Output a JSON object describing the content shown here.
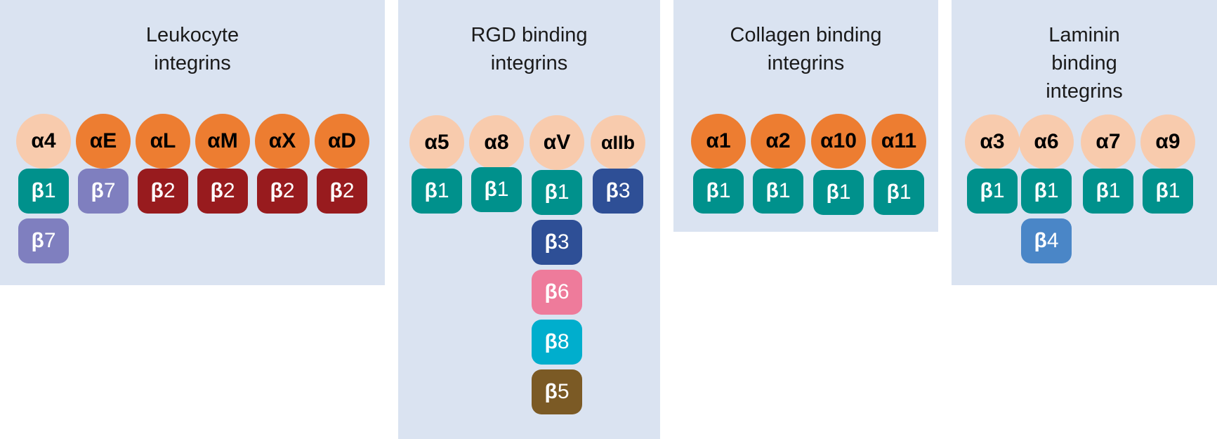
{
  "colors": {
    "panel_bg": "#dae3f1",
    "alpha_light": "#f8cbad",
    "alpha_orange": "#ed7d31",
    "beta1_teal": "#00918c",
    "beta7_lavender": "#7f7fbf",
    "beta2_darkred": "#981b1e",
    "beta3_navy": "#2e4f96",
    "beta6_pink": "#ee7b9b",
    "beta8_cyan": "#00aecd",
    "beta5_olive": "#7b5a25",
    "beta4_blue": "#4a86c7"
  },
  "panels": [
    {
      "title": "Leukocyte\nintegrins",
      "alphas": [
        {
          "label": "α4",
          "color": "#f8cbad"
        },
        {
          "label": "αE",
          "color": "#ed7d31"
        },
        {
          "label": "αL",
          "color": "#ed7d31"
        },
        {
          "label": "αM",
          "color": "#ed7d31"
        },
        {
          "label": "αX",
          "color": "#ed7d31"
        },
        {
          "label": "αD",
          "color": "#ed7d31"
        }
      ],
      "betas": [
        [
          {
            "glyph": "β",
            "num": "1",
            "color": "#00918c"
          },
          {
            "glyph": "β",
            "num": "7",
            "color": "#7f7fbf"
          }
        ],
        [
          {
            "glyph": "β",
            "num": "7",
            "color": "#7f7fbf"
          }
        ],
        [
          {
            "glyph": "β",
            "num": "2",
            "color": "#981b1e"
          }
        ],
        [
          {
            "glyph": "β",
            "num": "2",
            "color": "#981b1e"
          }
        ],
        [
          {
            "glyph": "β",
            "num": "2",
            "color": "#981b1e"
          }
        ],
        [
          {
            "glyph": "β",
            "num": "2",
            "color": "#981b1e"
          }
        ]
      ]
    },
    {
      "title": "RGD binding\nintegrins",
      "alphas": [
        {
          "label": "α5",
          "color": "#f8cbad"
        },
        {
          "label": "α8",
          "color": "#f8cbad"
        },
        {
          "label": "αV",
          "color": "#f8cbad"
        },
        {
          "label": "αIIb",
          "color": "#f8cbad"
        }
      ],
      "betas": [
        [
          {
            "glyph": "β",
            "num": "1",
            "color": "#00918c"
          }
        ],
        [
          {
            "glyph": "β",
            "num": "1",
            "color": "#00918c"
          }
        ],
        [
          {
            "glyph": "β",
            "num": "1",
            "color": "#00918c"
          },
          {
            "glyph": "β",
            "num": "3",
            "color": "#2e4f96"
          },
          {
            "glyph": "β",
            "num": "6",
            "color": "#ee7b9b"
          },
          {
            "glyph": "β",
            "num": "8",
            "color": "#00aecd"
          },
          {
            "glyph": "β",
            "num": "5",
            "color": "#7b5a25"
          }
        ],
        [
          {
            "glyph": "β",
            "num": "3",
            "color": "#2e4f96"
          }
        ]
      ]
    },
    {
      "title": "Collagen binding\nintegrins",
      "alphas": [
        {
          "label": "α1",
          "color": "#ed7d31"
        },
        {
          "label": "α2",
          "color": "#ed7d31"
        },
        {
          "label": "α10",
          "color": "#ed7d31"
        },
        {
          "label": "α11",
          "color": "#ed7d31"
        }
      ],
      "betas": [
        [
          {
            "glyph": "β",
            "num": "1",
            "color": "#00918c"
          }
        ],
        [
          {
            "glyph": "β",
            "num": "1",
            "color": "#00918c"
          }
        ],
        [
          {
            "glyph": "β",
            "num": "1",
            "color": "#00918c"
          }
        ],
        [
          {
            "glyph": "β",
            "num": "1",
            "color": "#00918c"
          }
        ]
      ]
    },
    {
      "title": "Laminin\nbinding\nintegrins",
      "alphas": [
        {
          "label": "α3",
          "color": "#f8cbad"
        },
        {
          "label": "α6",
          "color": "#f8cbad"
        },
        {
          "label": "α7",
          "color": "#f8cbad"
        },
        {
          "label": "α9",
          "color": "#f8cbad"
        }
      ],
      "betas": [
        [
          {
            "glyph": "β",
            "num": "1",
            "color": "#00918c"
          }
        ],
        [
          {
            "glyph": "β",
            "num": "1",
            "color": "#00918c"
          },
          {
            "glyph": "β",
            "num": "4",
            "color": "#4a86c7"
          }
        ],
        [
          {
            "glyph": "β",
            "num": "1",
            "color": "#00918c"
          }
        ],
        [
          {
            "glyph": "β",
            "num": "1",
            "color": "#00918c"
          }
        ]
      ]
    }
  ]
}
